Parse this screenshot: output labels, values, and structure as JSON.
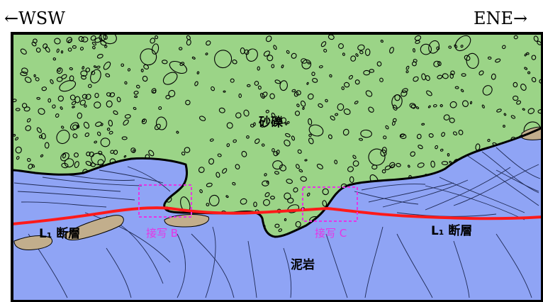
{
  "figure": {
    "direction_left": "←WSW",
    "direction_right": "ENE→",
    "labels": {
      "gravel": "砂礫",
      "mudstone": "泥岩",
      "fault_left": "L₁ 断層",
      "fault_right": "L₁ 断層",
      "photo_b": "接写 B",
      "photo_c": "接写 C"
    },
    "colors": {
      "gravel": "#9bd487",
      "mudstone": "#8fa4f5",
      "fault": "#ff1a1a",
      "lens": "#c2ae8c",
      "photo_box": "#e633e6",
      "frame": "#000000"
    },
    "icons": [
      "left-arrow",
      "right-arrow"
    ]
  }
}
